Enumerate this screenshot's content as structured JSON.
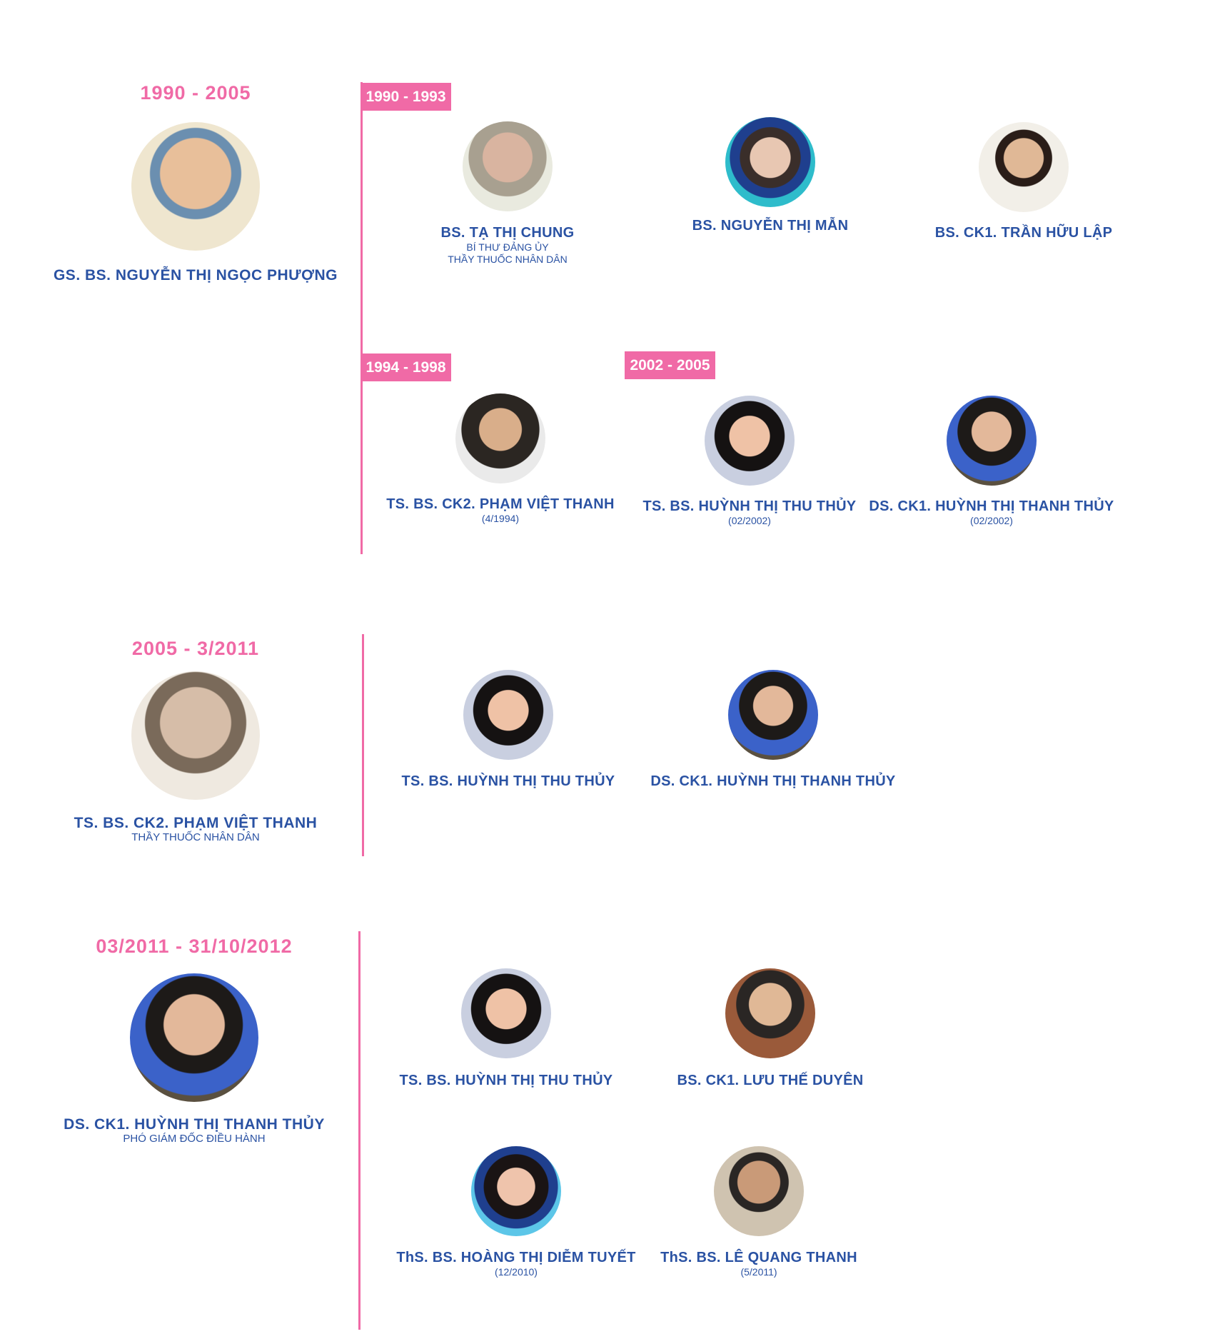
{
  "colors": {
    "accent": "#f06aa6",
    "text": "#2a52a3"
  },
  "sections": [
    {
      "period": "1990 - 2005",
      "leader": {
        "name": "GS. BS. NGUYỄN THỊ NGỌC PHƯỢNG",
        "sub": []
      }
    },
    {
      "period": "2005 - 3/2011",
      "leader": {
        "name": "TS. BS. CK2. PHẠM VIỆT THANH",
        "sub": [
          "THẦY THUỐC NHÂN DÂN"
        ]
      }
    },
    {
      "period": "03/2011 - 31/10/2012",
      "leader": {
        "name": "DS. CK1. HUỲNH THỊ THANH THỦY",
        "sub": [
          "PHÓ GIÁM ĐỐC ĐIỀU HÀNH"
        ]
      }
    }
  ],
  "badges": [
    "1990 - 1993",
    "1994 - 1998",
    "2002 - 2005"
  ],
  "deputies": [
    {
      "name": "BS. TẠ THỊ CHUNG",
      "sub": [
        "BÍ THƯ ĐẢNG ỦY",
        "THẦY THUỐC NHÂN DÂN"
      ]
    },
    {
      "name": "BS. NGUYỄN THỊ MẪN",
      "sub": []
    },
    {
      "name": "BS. CK1. TRẦN HỮU LẬP",
      "sub": []
    },
    {
      "name": "TS. BS. CK2. PHẠM VIỆT THANH",
      "sub": [
        "(4/1994)"
      ]
    },
    {
      "name": "TS. BS. HUỲNH THỊ THU THỦY",
      "sub": [
        "(02/2002)"
      ]
    },
    {
      "name": "DS. CK1. HUỲNH THỊ THANH THỦY",
      "sub": [
        "(02/2002)"
      ]
    },
    {
      "name": "TS. BS. HUỲNH THỊ THU THỦY",
      "sub": []
    },
    {
      "name": "DS. CK1. HUỲNH THỊ THANH THỦY",
      "sub": []
    },
    {
      "name": "TS. BS. HUỲNH THỊ THU THỦY",
      "sub": []
    },
    {
      "name": "BS. CK1. LƯU THẾ DUYÊN",
      "sub": []
    },
    {
      "name": "ThS. BS. HOÀNG THỊ DIỄM TUYẾT",
      "sub": [
        "(12/2010)"
      ]
    },
    {
      "name": "ThS. BS. LÊ QUANG THANH",
      "sub": [
        "(5/2011)"
      ]
    }
  ]
}
